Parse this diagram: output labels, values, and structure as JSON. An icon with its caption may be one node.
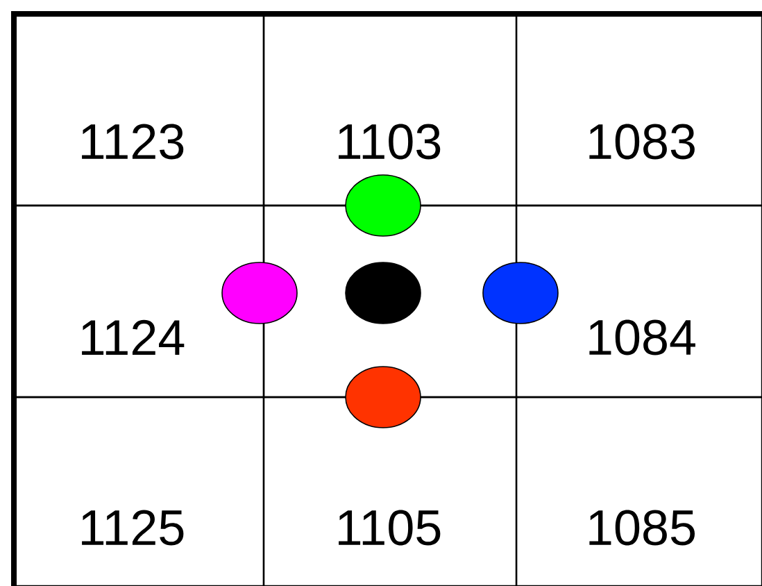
{
  "diagram": {
    "nodes": [
      {
        "text": [
          "1123"
        ]
      },
      {
        "text": [
          "1103"
        ]
      },
      {
        "text": [
          "1083"
        ]
      },
      {
        "text": [
          "1124"
        ]
      },
      {
        "text": [],
        "shape": "box"
      },
      {
        "text": [
          "1084"
        ]
      },
      {
        "text": [
          "1125"
        ]
      },
      {
        "text": [
          "1105"
        ]
      },
      {
        "text": [
          "1085"
        ]
      }
    ]
  }
}
